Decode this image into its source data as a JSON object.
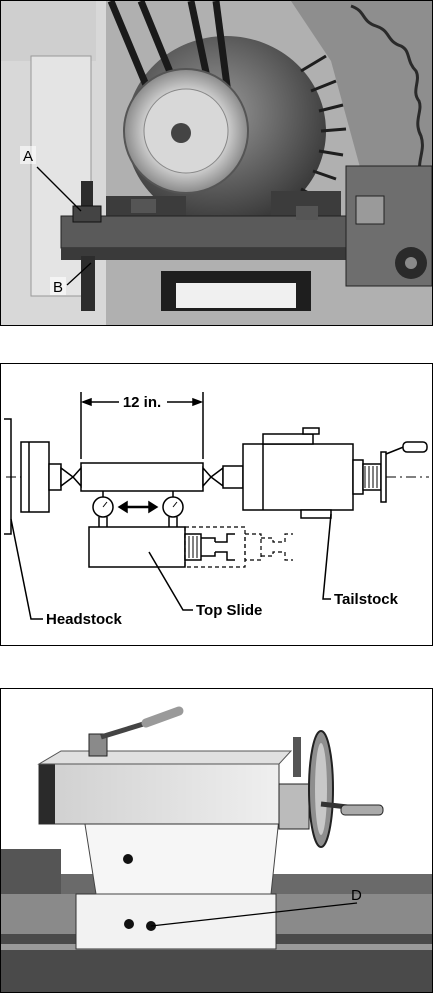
{
  "figure_motor": {
    "callouts": {
      "a": "A",
      "b": "B"
    }
  },
  "figure_diagram": {
    "dimension": "12 in.",
    "labels": {
      "headstock": "Headstock",
      "top_slide": "Top Slide",
      "tailstock": "Tailstock"
    }
  },
  "figure_tailstock": {
    "callouts": {
      "d": "D"
    }
  }
}
